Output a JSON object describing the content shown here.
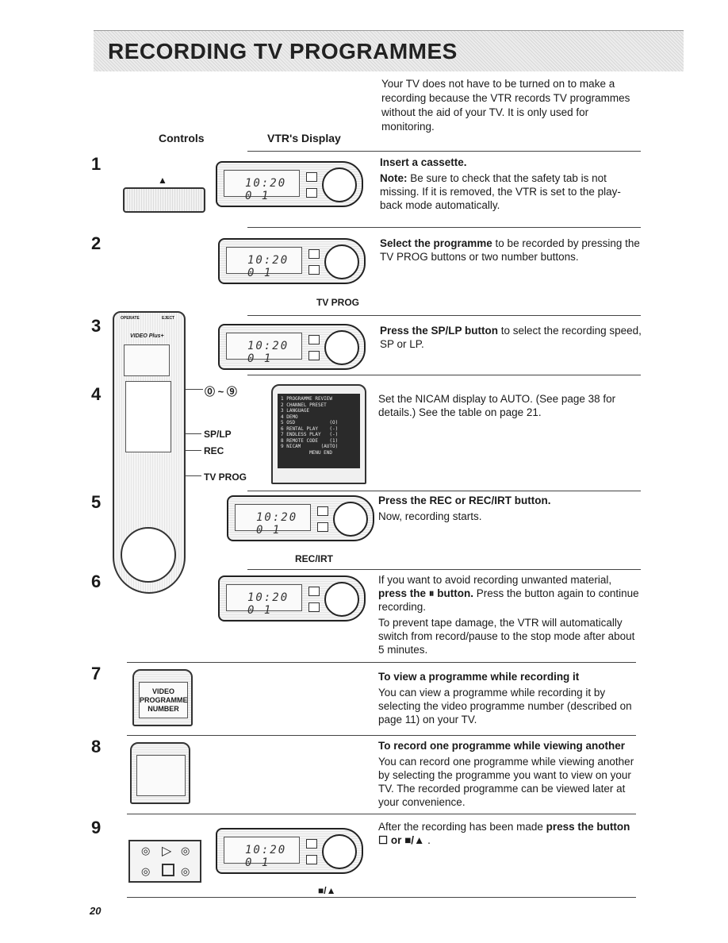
{
  "page": {
    "title": "RECORDING TV PROGRAMMES",
    "intro": "Your TV does not have to be turned on to make a recording because the VTR records TV programmes without the aid of your TV. It is only used for monitoring.",
    "columns": {
      "controls": "Controls",
      "display": "VTR's Display"
    },
    "page_number": "20"
  },
  "display_digits": "10:20 0 1",
  "callouts": {
    "tv_prog": "TV PROG",
    "number_range": "⓪ ~ ⑨",
    "sp_lp": "SP/LP",
    "rec": "REC",
    "tv_prog_remote": "TV PROG",
    "rec_irt": "REC/IRT",
    "stop_eject": "■/▲"
  },
  "steps": [
    {
      "num": "1",
      "lead": "Insert a cassette.",
      "body": "",
      "note_label": "Note:",
      "note": " Be sure to check that the safety tab is not missing. If it is removed, the VTR is set to the play-back mode automatically."
    },
    {
      "num": "2",
      "lead": "Select the programme",
      "body": " to be recorded by pressing the TV PROG buttons or two number buttons."
    },
    {
      "num": "3",
      "lead": "Press the SP/LP button",
      "body": " to select the recording speed, SP or LP."
    },
    {
      "num": "4",
      "lead": "",
      "body": "Set the NICAM display to AUTO. (See page 38 for details.) See the table on page 21."
    },
    {
      "num": "5",
      "lead": "Press the REC or REC/IRT button.",
      "body": "Now, recording starts."
    },
    {
      "num": "6",
      "pre": "If you want to avoid recording unwanted material, ",
      "lead": "press the ⏸ button.",
      "body": " Press the button again to continue recording.",
      "extra": "To prevent tape damage, the VTR will automatically switch from record/pause to the stop mode after about 5 minutes."
    },
    {
      "num": "7",
      "lead": "To view a programme while recording it",
      "body": "You can view a programme while recording it by selecting the video programme number (described on page 11) on your TV."
    },
    {
      "num": "8",
      "lead": "To record one programme while viewing another",
      "body": "You can record one programme while viewing another by selecting the programme you want to view on your TV. The recorded programme can be viewed later at your convenience."
    },
    {
      "num": "9",
      "pre": "After the recording has been made ",
      "lead": "press the button ☐ or ■/▲",
      "body": " ."
    }
  ],
  "menu_lines": [
    "1 PROGRAMME REVIEW",
    "2 CHANNEL PRESET",
    "3 LANGUAGE",
    "4 DEMO",
    "5 OSD            (O)",
    "6 RENTAL PLAY    (-)",
    "7 ENDLESS PLAY   (-)",
    "8 REMOTE CODE    (1)",
    "9 NICAM       (AUTO)",
    "          MENU END"
  ],
  "tv_label": "VIDEO PROGRAMME NUMBER",
  "remote": {
    "brand": "VIDEO Plus+",
    "operate": "OPERATE",
    "eject": "EJECT"
  }
}
